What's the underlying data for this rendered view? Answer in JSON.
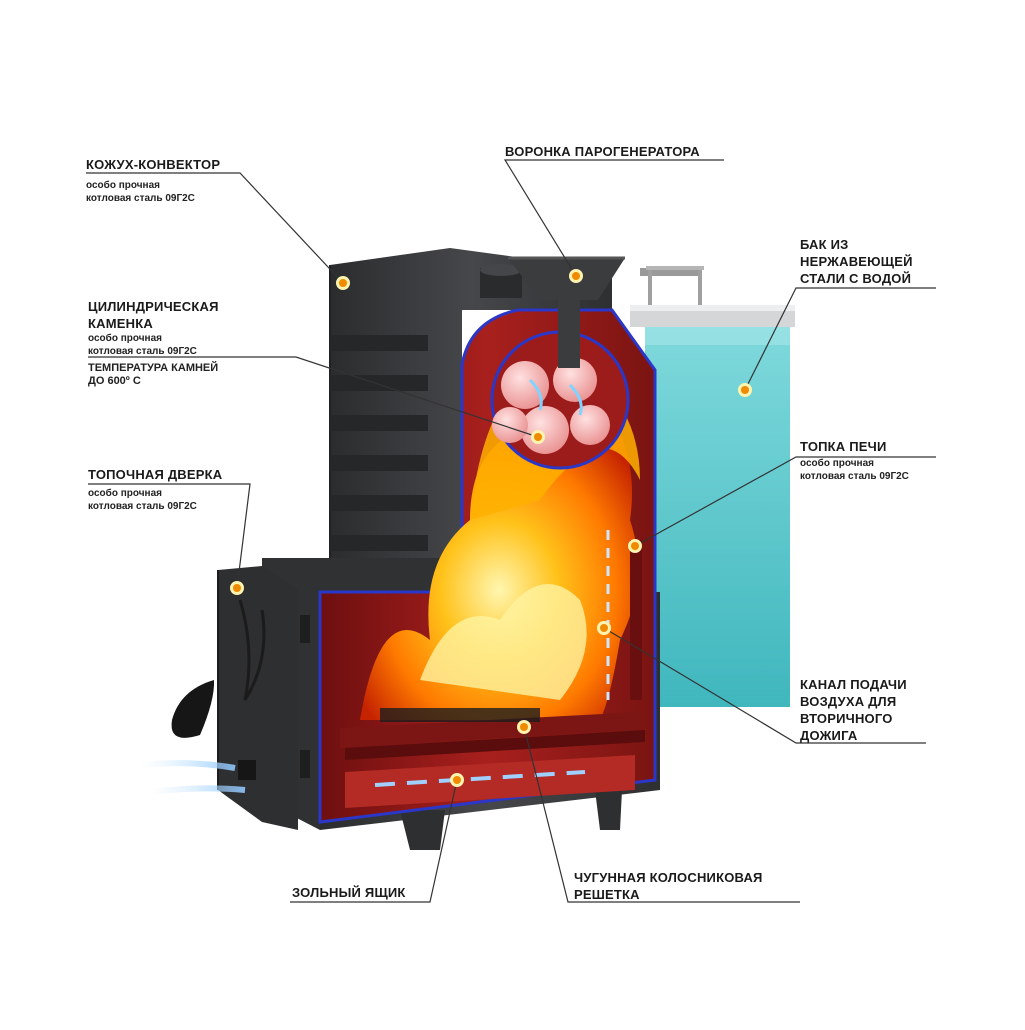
{
  "labels": {
    "casing": {
      "title": "КОЖУХ-КОНВЕКТОР",
      "sub1": "особо прочная",
      "sub2": "котловая сталь 09Г2С"
    },
    "funnel": {
      "title": "ВОРОНКА ПАРОГЕНЕРАТОРА"
    },
    "tank": {
      "line1": "БАК ИЗ",
      "line2": "НЕРЖАВЕЮЩЕЙ",
      "line3": "СТАЛИ С ВОДОЙ"
    },
    "stones": {
      "line1": "ЦИЛИНДРИЧЕСКАЯ",
      "line2": "КАМЕНКА",
      "sub1": "особо прочная",
      "sub2": "котловая сталь 09Г2С",
      "temp1": "ТЕМПЕРАТУРА КАМНЕЙ",
      "temp2": "ДО 600º С"
    },
    "firebox": {
      "title": "ТОПКА ПЕЧИ",
      "sub1": "особо прочная",
      "sub2": "котловая сталь 09Г2С"
    },
    "door": {
      "title": "ТОПОЧНАЯ ДВЕРКА",
      "sub1": "особо прочная",
      "sub2": "котловая сталь 09Г2С"
    },
    "channel": {
      "line1": "КАНАЛ ПОДАЧИ",
      "line2": "ВОЗДУХА ДЛЯ",
      "line3": "ВТОРИЧНОГО",
      "line4": "ДОЖИГА"
    },
    "ashbox": {
      "title": "ЗОЛЬНЫЙ ЯЩИК"
    },
    "grate": {
      "line1": "ЧУГУННАЯ КОЛОСНИКОВАЯ",
      "line2": "РЕШЕТКА"
    }
  },
  "colors": {
    "steel": "#3a3b3d",
    "fire_chamber": "#9c1c1c",
    "flame": "#ff8a00",
    "water": "#4fc8cc",
    "outline_blue": "#2a37c8",
    "marker": "#f08a00"
  }
}
